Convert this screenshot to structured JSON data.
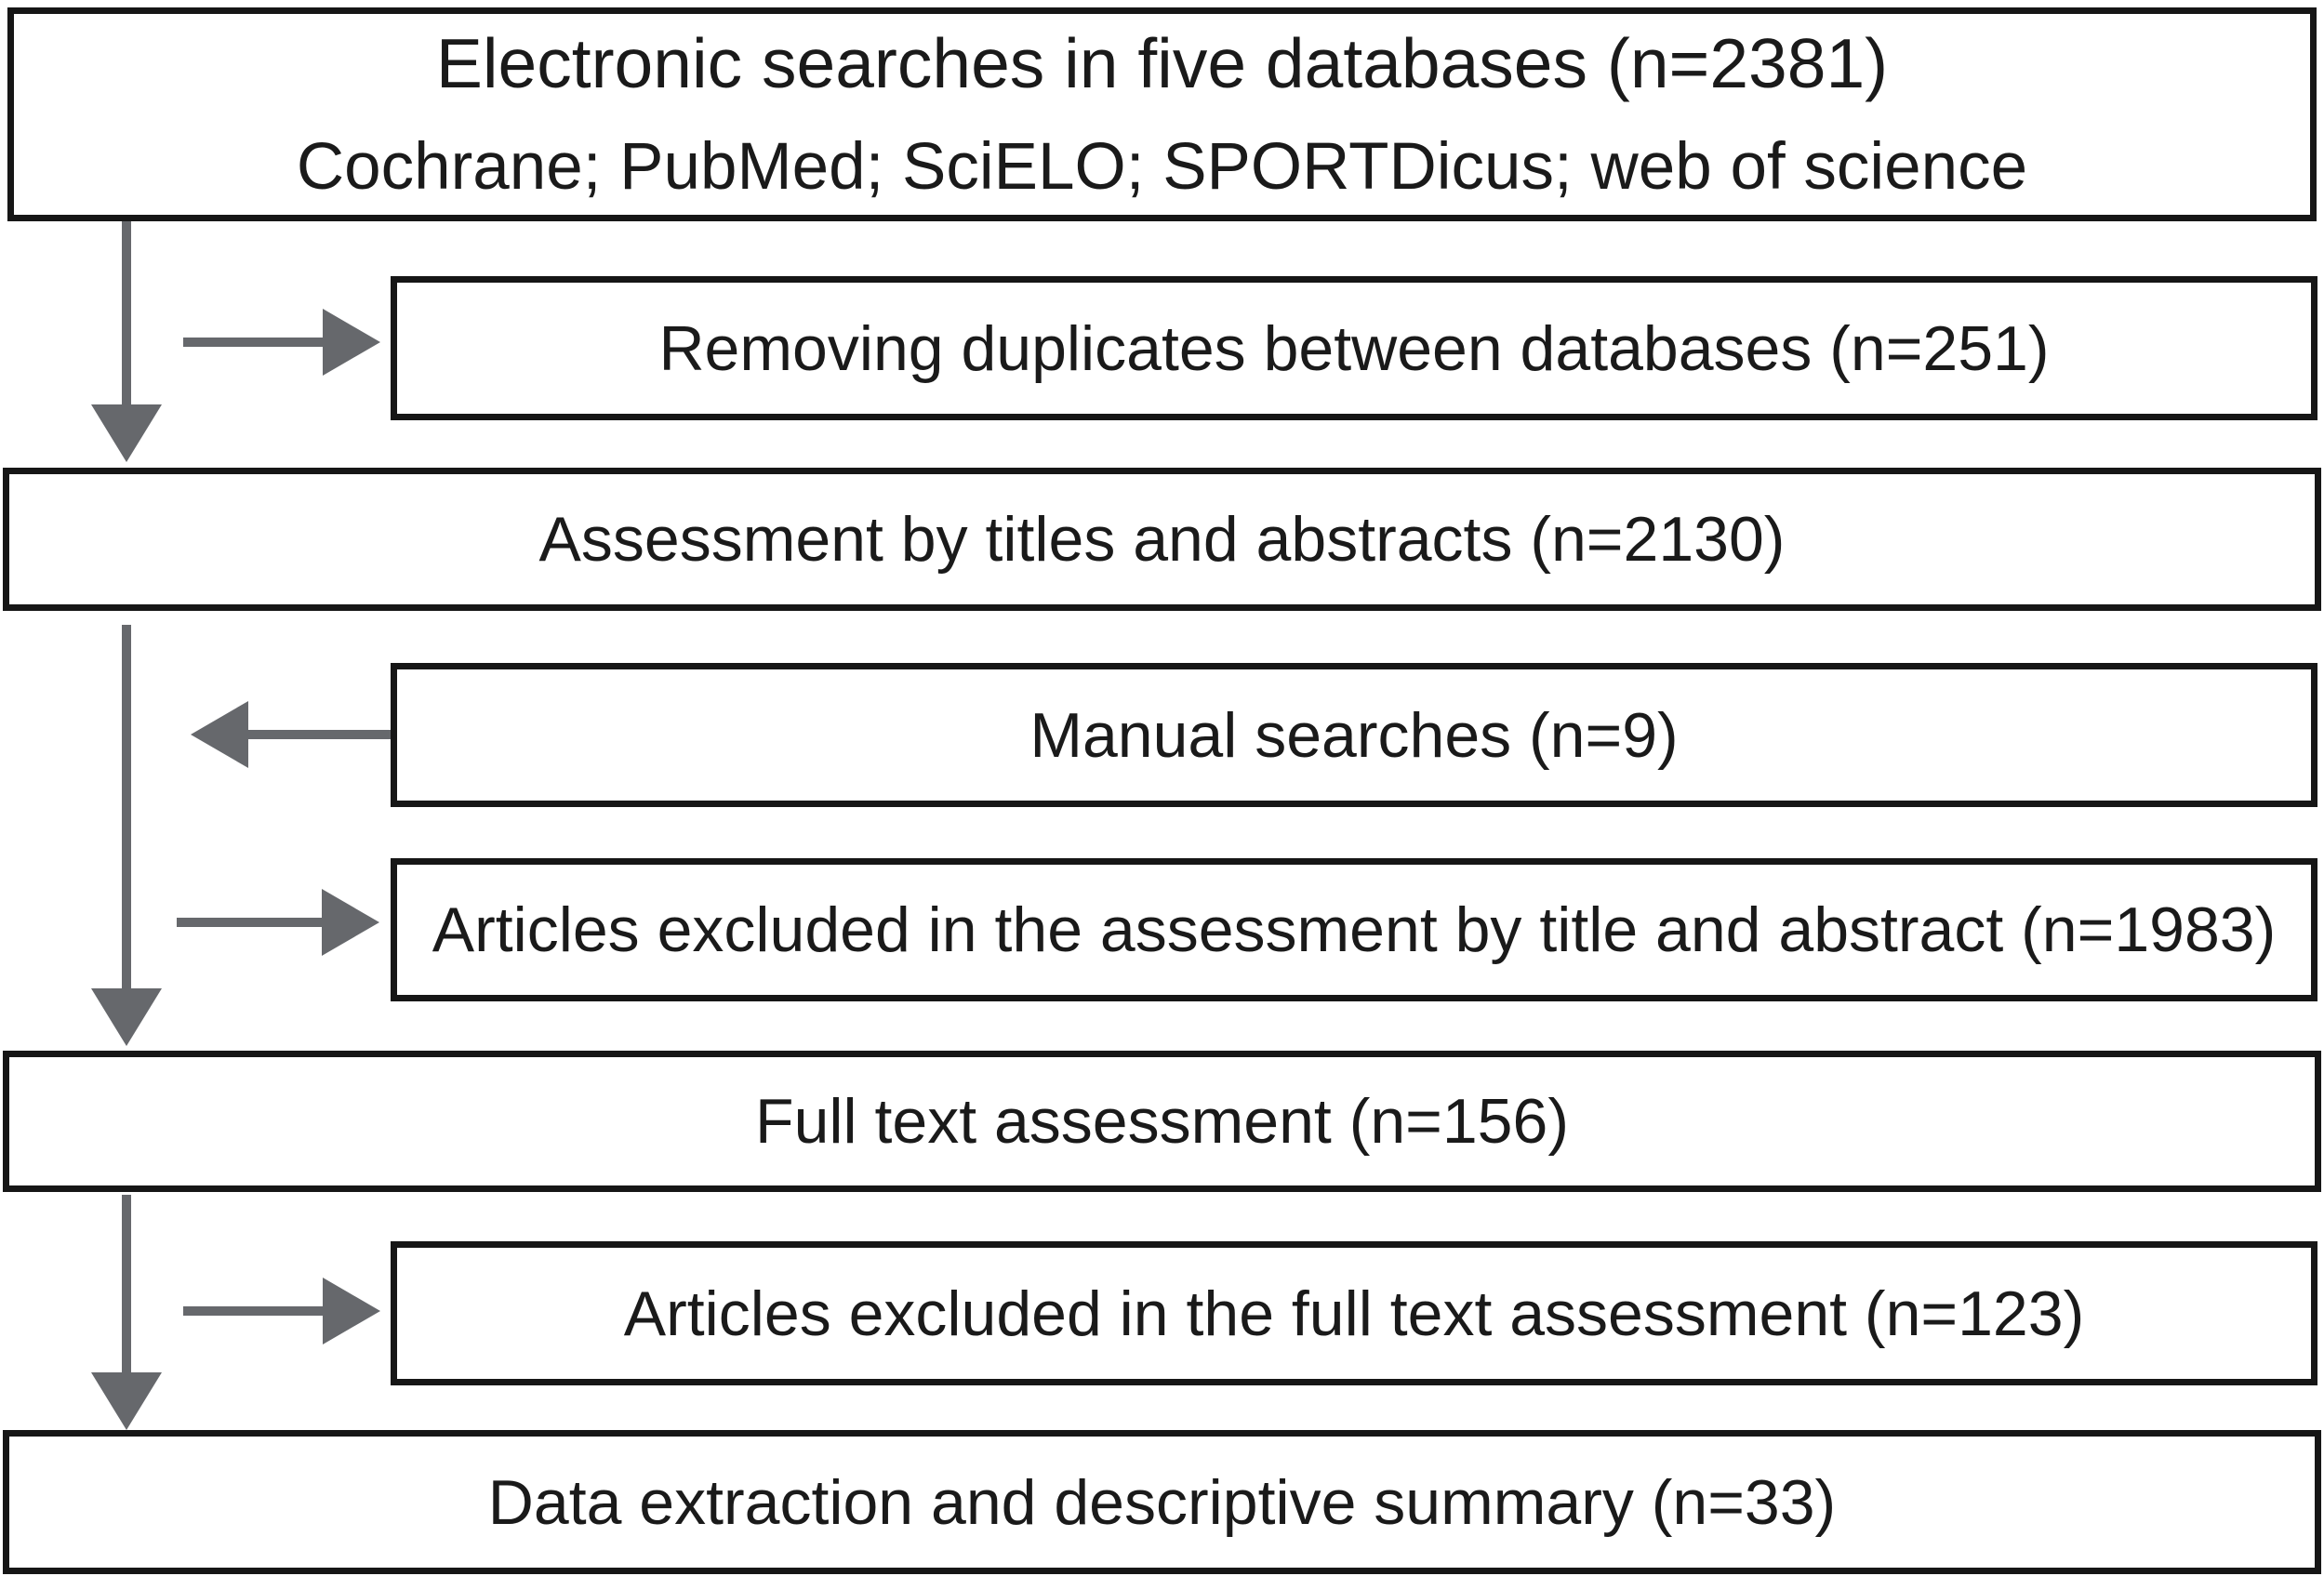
{
  "figure": {
    "type": "flowchart",
    "description": "Study selection flow diagram (systematic review article screening)"
  },
  "boxes": {
    "electronic_searches": {
      "title": "Electronic searches in five databases (n=2381)",
      "subtitle": "Cochrane; PubMed; SciELO; SPORTDicus; web of science"
    },
    "removing_duplicates": {
      "label": "Removing duplicates between databases (n=251)"
    },
    "assessment_titles_abstracts": {
      "label": "Assessment by titles and abstracts (n=2130)"
    },
    "manual_searches": {
      "label": "Manual searches (n=9)"
    },
    "excluded_title_abstract": {
      "label": "Articles excluded in the assessment by title and abstract (n=1983)"
    },
    "full_text_assessment": {
      "label": "Full text assessment (n=156)"
    },
    "excluded_full_text": {
      "label": "Articles excluded in the full text assessment (n=123)"
    },
    "data_extraction": {
      "label": "Data extraction and descriptive summary (n=33)"
    }
  },
  "colors": {
    "arrow": "#66686c",
    "border": "#161616",
    "background": "#ffffff",
    "text": "#1a1a1a"
  }
}
